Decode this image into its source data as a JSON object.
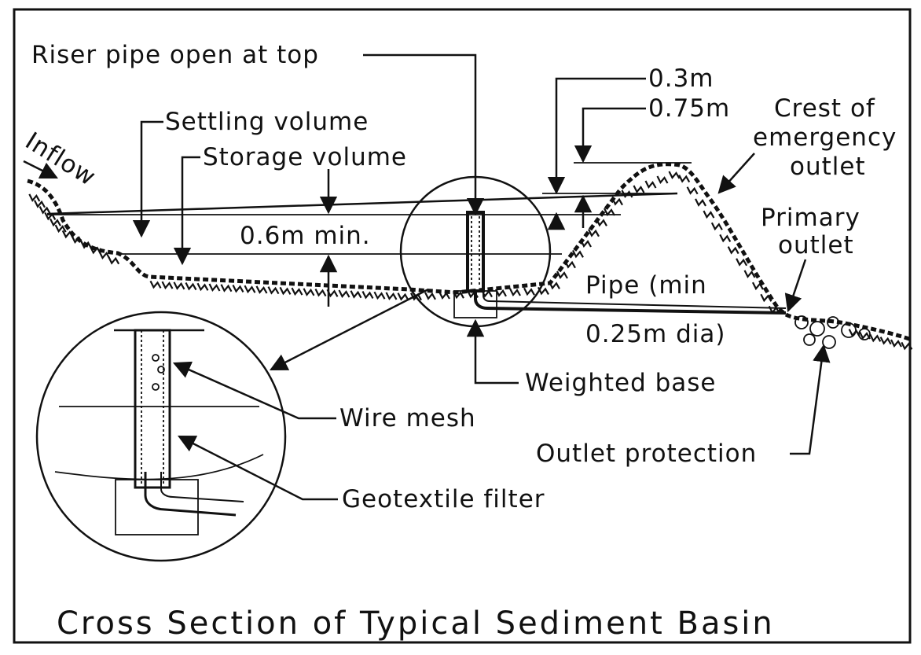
{
  "title": "Cross Section of Typical Sediment Basin",
  "labels": {
    "riser": "Riser pipe open at top",
    "settling": "Settling volume",
    "storage": "Storage volume",
    "inflow": "Inflow",
    "depth_min": "0.6m min.",
    "freeboard_small": "0.3m",
    "freeboard_large": "0.75m",
    "crest_line1": "Crest of",
    "crest_line2": "emergency",
    "crest_line3": "outlet",
    "primary_line1": "Primary",
    "primary_line2": "outlet",
    "pipe_line1": "Pipe (min",
    "pipe_line2": "0.25m dia)",
    "weighted_base": "Weighted base",
    "wire_mesh": "Wire mesh",
    "outlet_protection": "Outlet protection",
    "geotextile": "Geotextile filter"
  }
}
